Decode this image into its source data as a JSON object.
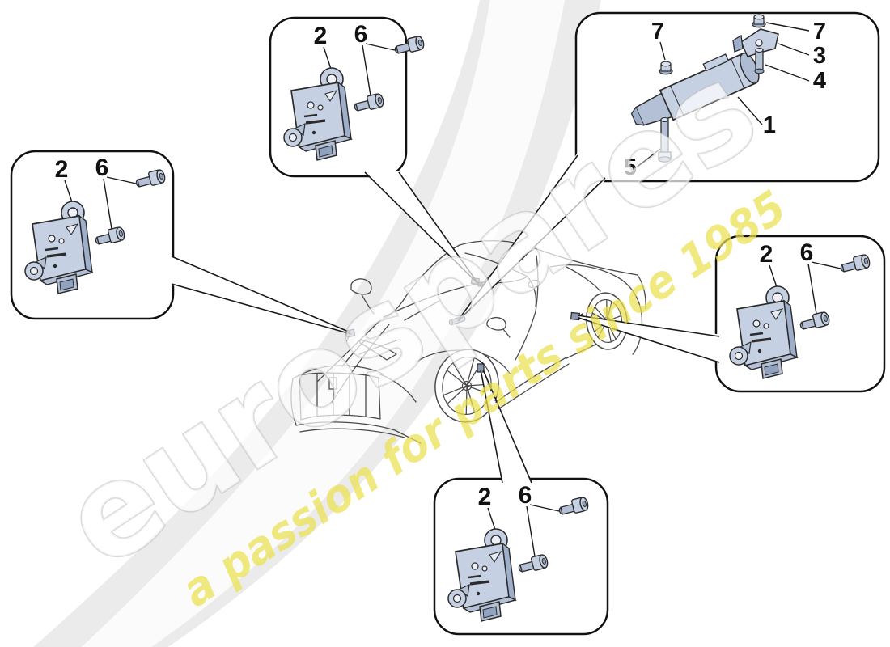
{
  "branding": {
    "brand": "eurospares",
    "tagline": "a passion for parts since 1985"
  },
  "colors": {
    "part_fill": "#c5d0e3",
    "part_shade": "#9dafca",
    "part_light": "#eef2f8",
    "outline": "#2b2b2b",
    "box_border": "#111111",
    "car_line": "#4a4a4a",
    "tagline_yellow": "#eae04f",
    "watermark_grey": "#bdbdbd"
  },
  "callouts": {
    "top_left": {
      "module_ref": "2",
      "bolt_ref": "6"
    },
    "top_middle": {
      "module_ref": "2",
      "bolt_ref": "6"
    },
    "receiver": {
      "nut_left_ref": "7",
      "nut_top_ref": "7",
      "bracket_ref": "3",
      "stud_ref": "4",
      "receiver_ref": "1",
      "long_stud_ref": "5"
    },
    "right": {
      "module_ref": "2",
      "bolt_ref": "6"
    },
    "bottom": {
      "module_ref": "2",
      "bolt_ref": "6"
    }
  }
}
